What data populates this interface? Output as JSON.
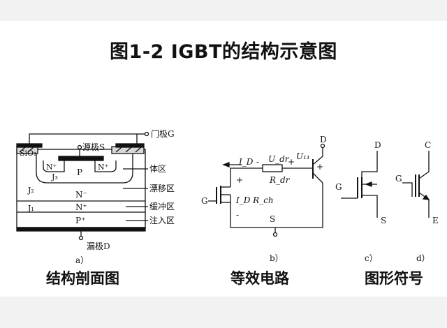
{
  "title": "图1-2 IGBT的结构示意图",
  "panel_a": {
    "gate": "门极G",
    "source": "源极S",
    "sio2": "SiO₂",
    "n_plus_left": "N⁺",
    "n_plus_right": "N⁺",
    "p_body": "P",
    "j3": "J₃",
    "j2": "J₂",
    "j1": "J₁",
    "n_drift": "N⁻",
    "n_buffer": "N⁺",
    "p_inject": "P⁺",
    "body_region": "体区",
    "drift_region": "漂移区",
    "buffer_region": "缓冲区",
    "inject_region": "注入区",
    "drain": "漏极D",
    "label": "a）"
  },
  "panel_b": {
    "d": "D",
    "g": "G",
    "s": "S",
    "id_top": "I_D",
    "udr": "U_dr",
    "u11": "U₁₁",
    "rdr": "R_dr",
    "id_rch": "I_D R_ch",
    "plus1": "+",
    "minus1": "-",
    "plus2": "+",
    "minus2": "-",
    "plus3": "+",
    "label": "b）"
  },
  "panel_c": {
    "d": "D",
    "g": "G",
    "s": "S",
    "label": "c）"
  },
  "panel_d": {
    "c": "C",
    "g": "G",
    "e": "E",
    "label": "d）"
  },
  "captions": {
    "structure": "结构剖面图",
    "circuit": "等效电路",
    "symbol": "图形符号"
  }
}
